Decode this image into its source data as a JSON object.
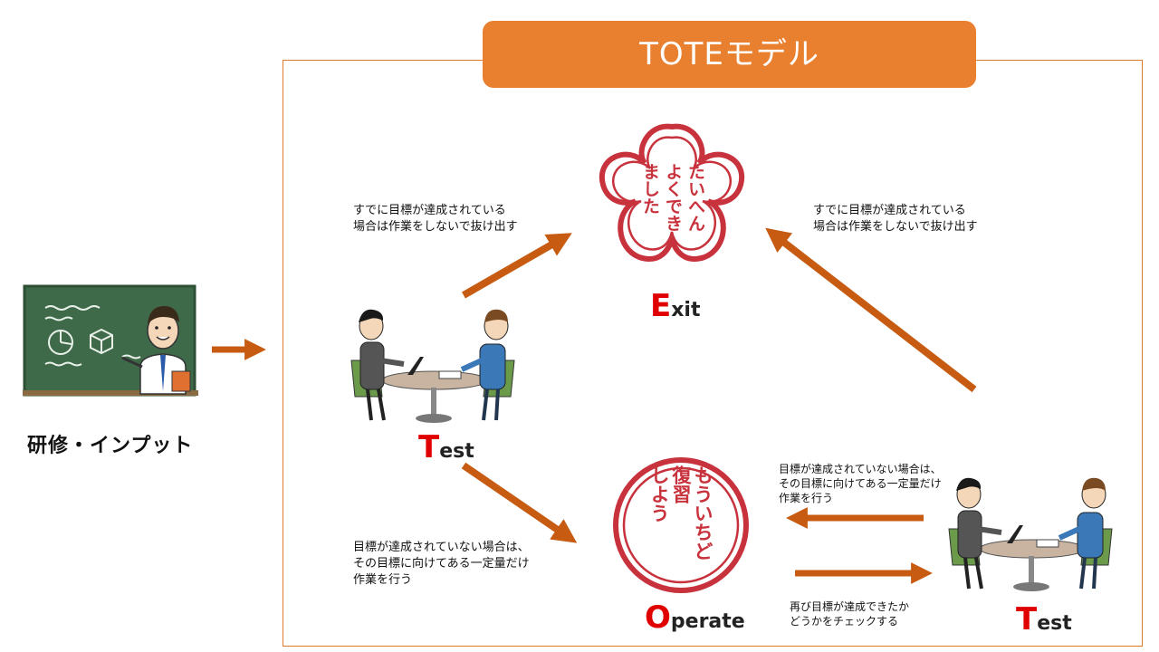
{
  "title": "TOTEモデル",
  "training": {
    "label": "研修・インプット"
  },
  "exit": {
    "first_letter": "E",
    "rest": "xit",
    "stamp_text": [
      "たいへん",
      "よくでき",
      "ました"
    ]
  },
  "operate": {
    "first_letter": "O",
    "rest": "perate",
    "stamp_text": [
      "もういちど",
      "復習",
      "しよう"
    ]
  },
  "test_left": {
    "first_letter": "T",
    "rest": "est"
  },
  "test_right": {
    "first_letter": "T",
    "rest": "est"
  },
  "notes": {
    "left_exit": "すでに目標が達成されている\n場合は作業をしないで抜け出す",
    "right_exit": "すでに目標が達成されている\n場合は作業をしないで抜け出す",
    "left_operate": "目標が達成されていない場合は、\nその目標に向けてある一定量だけ\n作業を行う",
    "right_operate": "目標が達成されていない場合は、\nその目標に向けてある一定量だけ\n作業を行う",
    "recheck": "再び目標が達成できたか\nどうかをチェックする"
  },
  "colors": {
    "accent": "#e98030",
    "arrow": "#c65b11",
    "stamp": "#c8323c",
    "highlight": "#e00000"
  }
}
